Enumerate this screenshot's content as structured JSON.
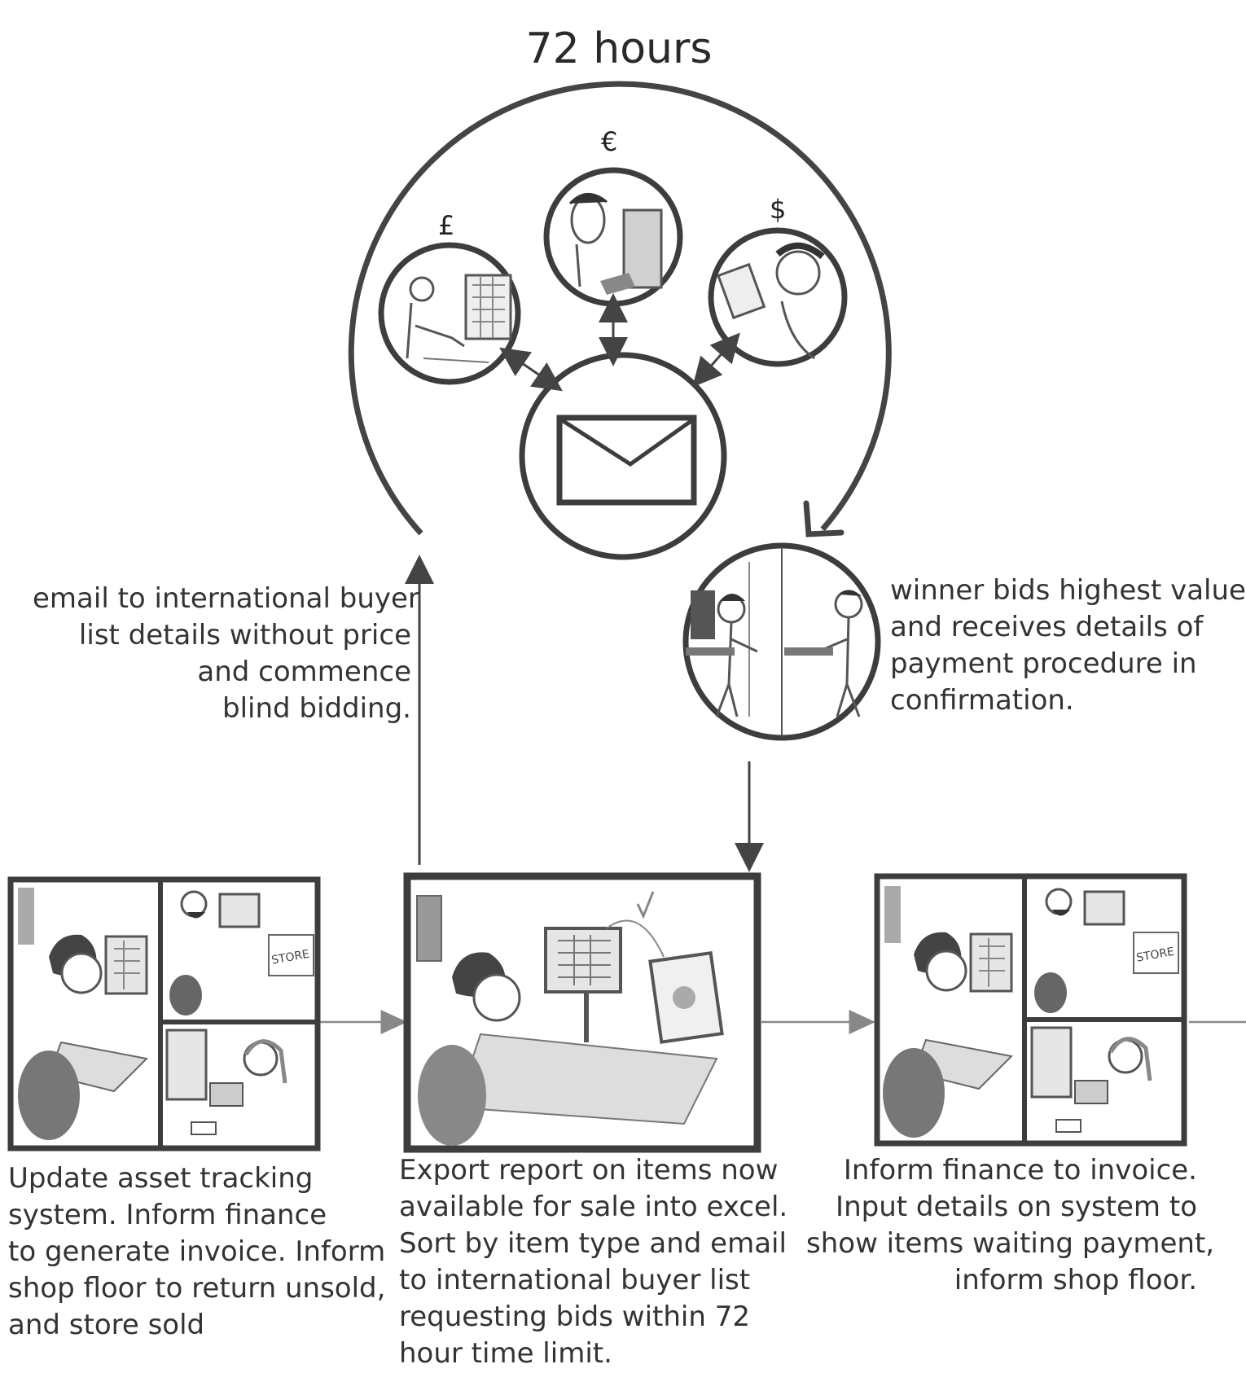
{
  "title": "72 hours",
  "currencies": {
    "pound": "£",
    "euro": "€",
    "dollar": "$"
  },
  "panel_labels": {
    "store": "STORE"
  },
  "captions": {
    "email_note": [
      "email to international buyer",
      "list details without price",
      "and commence",
      "blind bidding."
    ],
    "winner_note": [
      "winner bids highest value",
      "and receives details of",
      "payment procedure in",
      "confirmation."
    ],
    "step1": [
      "Update asset tracking",
      "system. Inform finance",
      "to generate invoice. Inform",
      "shop floor to return unsold,",
      "and store sold"
    ],
    "step2": [
      "Export report on items now",
      "available for sale into excel.",
      "Sort by item type and email",
      "to international buyer list",
      "requesting bids within 72",
      "hour time limit."
    ],
    "step3": [
      "Inform finance to invoice.",
      "Input details on system to",
      "show items waiting payment,",
      "inform shop floor."
    ]
  },
  "colors": {
    "ink": "#333333",
    "frame": "#3d3d3d",
    "sketch_fill": "#e6e6e6"
  },
  "icons": [
    "envelope-icon",
    "buyer-pound-icon",
    "buyer-euro-icon",
    "buyer-dollar-icon",
    "handshake-icon"
  ]
}
